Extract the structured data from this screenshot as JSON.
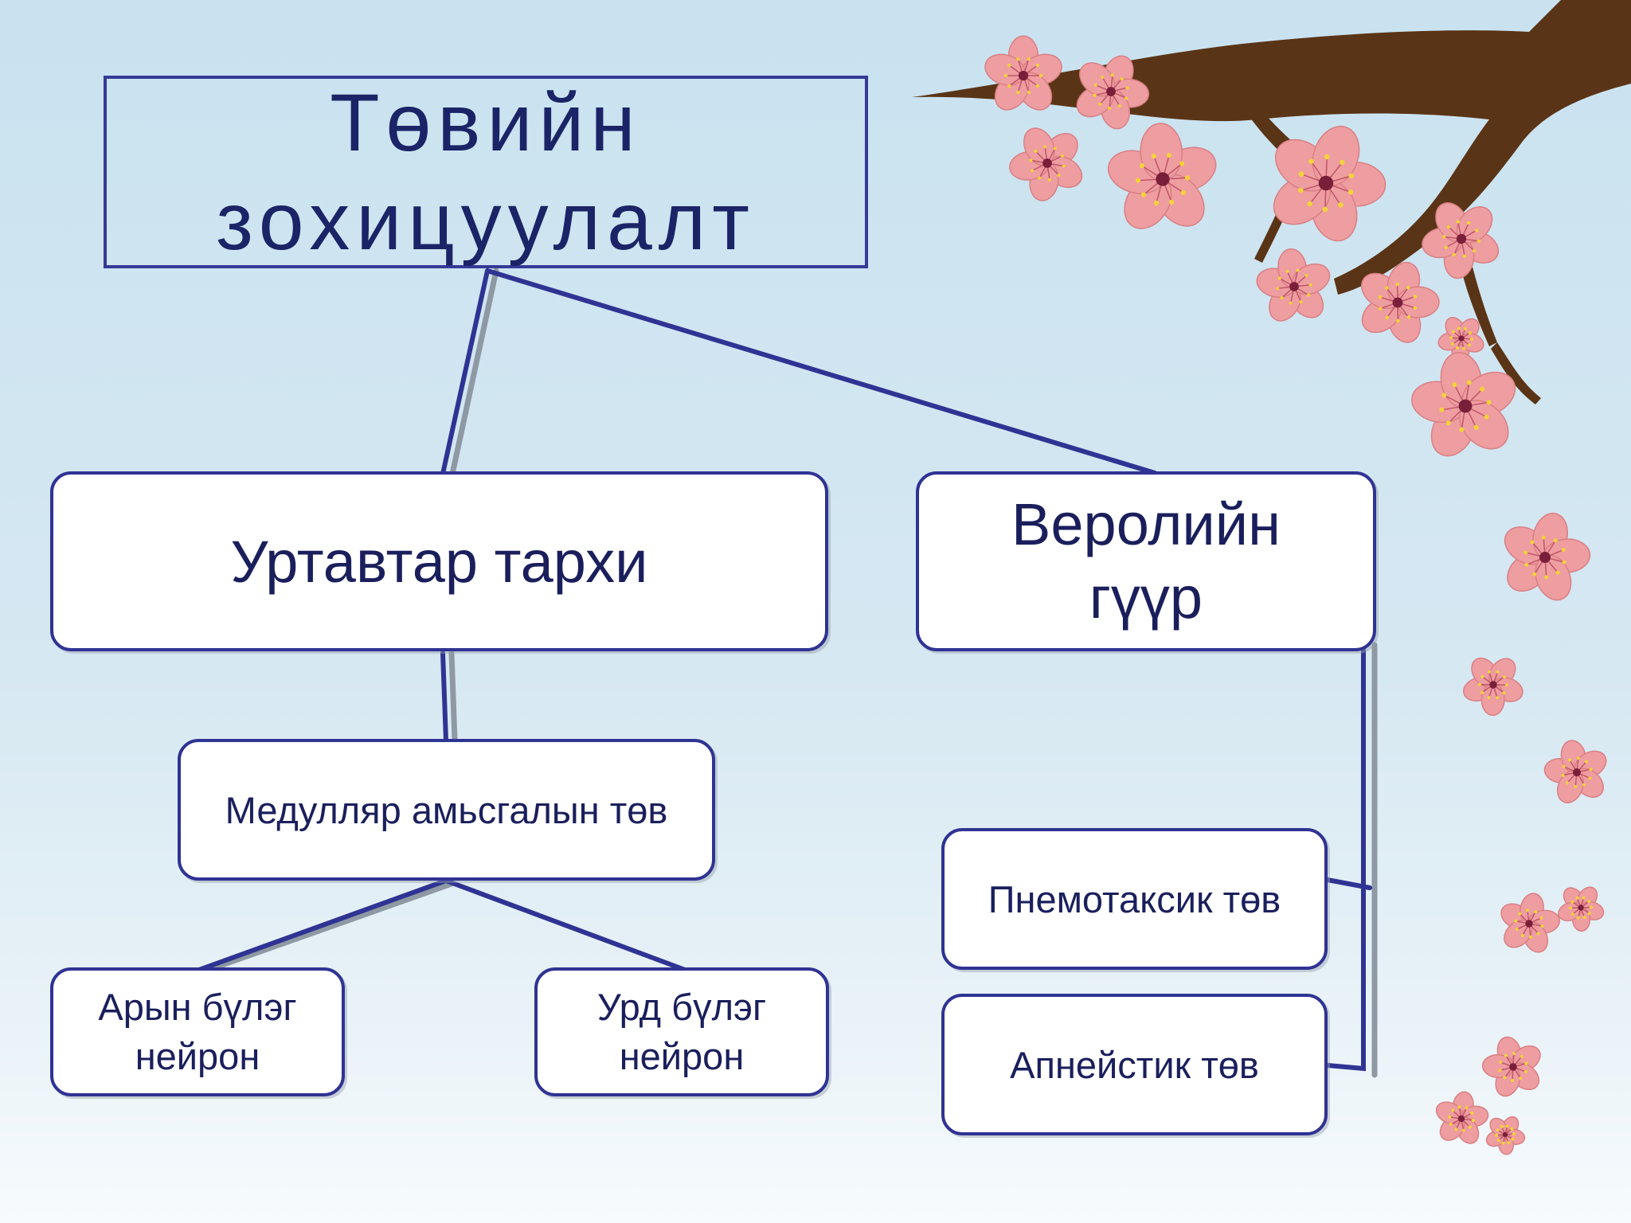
{
  "title": "Төвийн\nзохицуулалт",
  "nodes": {
    "midbrain": "Уртавтар тархи",
    "pons": "Веролийн\nгүүр",
    "medullary_center": "Медулляр амьсгалын төв",
    "dorsal_group": "Арын бүлэг\nнейрон",
    "ventral_group": "Урд бүлэг\nнейрон",
    "pneumotaxic": "Пнемотаксик төв",
    "apneustic": "Апнейстик төв"
  },
  "colors": {
    "line": "#2f3393",
    "line_shadow": "#8f99a3",
    "text": "#1a1f5c",
    "petal": "#ee9da0",
    "branch": "#5a3416"
  }
}
